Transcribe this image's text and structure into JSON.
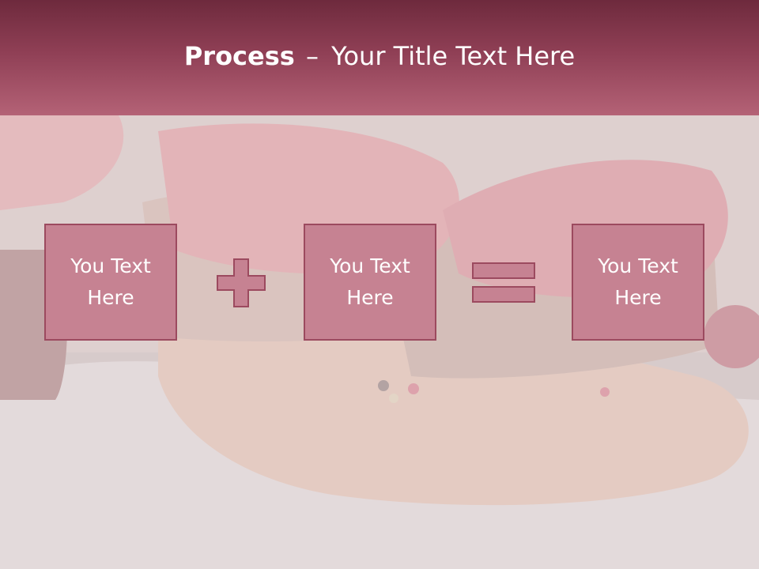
{
  "slide": {
    "title_bold": "Process",
    "title_sep": "–",
    "title_rest": "Your Title Text Here"
  },
  "process": {
    "box1": "You Text Here",
    "operator1": "plus-icon",
    "box2": "You Text Here",
    "operator2": "equals-icon",
    "box3": "You Text Here"
  },
  "colors": {
    "title_bar_top": "#6e2a3d",
    "title_bar_bottom": "#b46276",
    "box_fill": "#c68292",
    "box_border": "#9c4a5f",
    "operator_fill": "#c68292"
  }
}
